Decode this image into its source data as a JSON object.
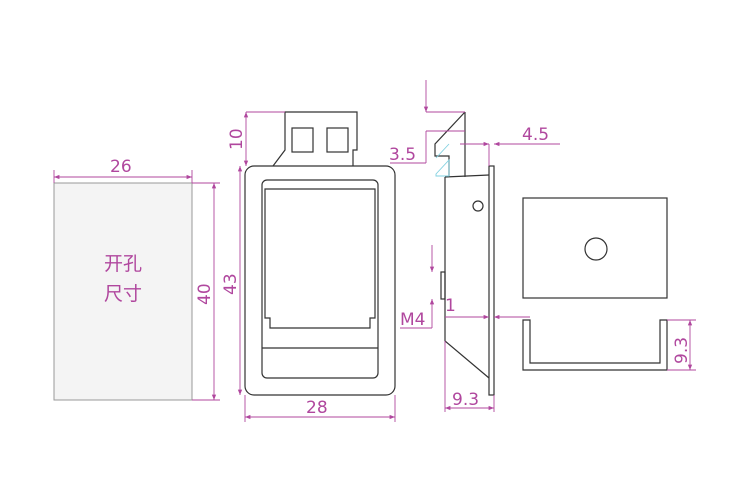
{
  "colors": {
    "dimension": "#b0479e",
    "outline": "#333333",
    "cutout_fill": "#f4f4f4",
    "accent_line": "#7fd0e0"
  },
  "cutout": {
    "label_line1": "开孔",
    "label_line2": "尺寸",
    "width": "26",
    "height": "40"
  },
  "front_view": {
    "height": "43",
    "tab_height": "10",
    "width": "28"
  },
  "side_view": {
    "latch_step": "3.5",
    "offset": "4.5",
    "thread": "M4",
    "plate_thickness": "1",
    "depth": "9.3"
  },
  "channel_view": {
    "height": "9.3"
  }
}
